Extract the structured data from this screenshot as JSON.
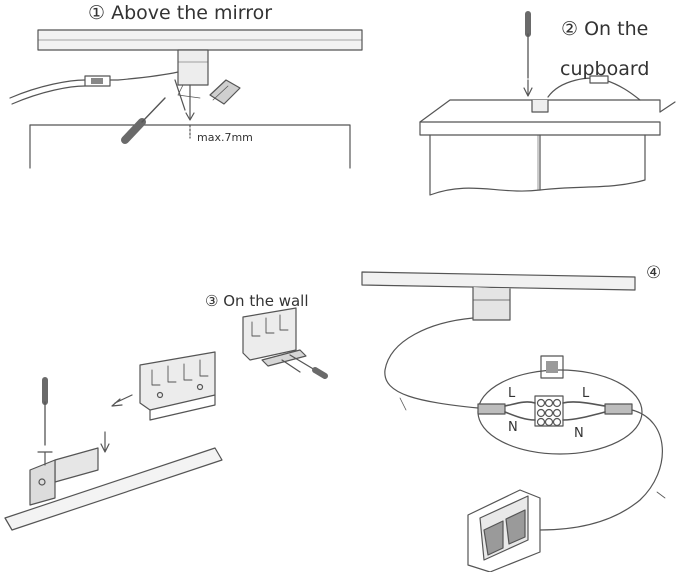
{
  "steps": [
    {
      "number": "①",
      "label": "Above the mirror",
      "note": "max.7mm"
    },
    {
      "number": "②",
      "label_line1": "On the",
      "label_line2": "cupboard"
    },
    {
      "number": "③",
      "label": "On the wall"
    },
    {
      "number": "④"
    }
  ],
  "wiring": {
    "l_left": "L",
    "n_left": "N",
    "l_right": "L",
    "n_right": "N"
  },
  "colors": {
    "line": "#555555",
    "fill": "#e6e6e6",
    "dark": "#6a6a6a",
    "text": "#333333"
  }
}
